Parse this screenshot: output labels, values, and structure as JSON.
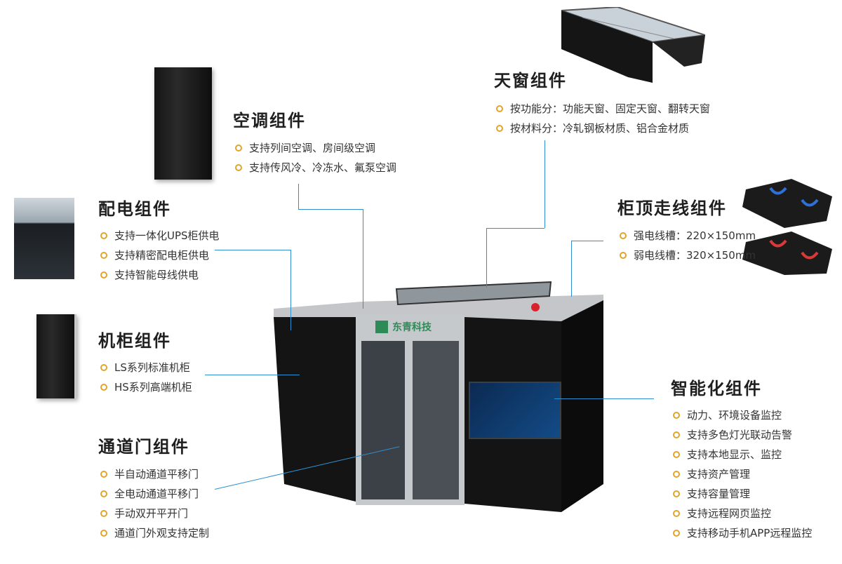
{
  "groups": {
    "skylight": {
      "title": "天窗组件",
      "items": [
        "按功能分：功能天窗、固定天窗、翻转天窗",
        "按材料分：冷轧钢板材质、铝合金材质"
      ]
    },
    "aircon": {
      "title": "空调组件",
      "items": [
        "支持列间空调、房间级空调",
        "支持传风冷、冷冻水、氟泵空调"
      ]
    },
    "power": {
      "title": "配电组件",
      "items": [
        "支持一体化UPS柜供电",
        "支持精密配电柜供电",
        "支持智能母线供电"
      ]
    },
    "cabling": {
      "title": "柜顶走线组件",
      "items": [
        "强电线槽：220×150mm",
        "弱电线槽：320×150mm"
      ]
    },
    "cabinet": {
      "title": "机柜组件",
      "items": [
        "LS系列标准机柜",
        "HS系列高端机柜"
      ]
    },
    "smart": {
      "title": "智能化组件",
      "items": [
        "动力、环境设备监控",
        "支持多色灯光联动告警",
        "支持本地显示、监控",
        "支持资产管理",
        "支持容量管理",
        "支持远程网页监控",
        "支持移动手机APP远程监控"
      ]
    },
    "door": {
      "title": "通道门组件",
      "items": [
        "半自动通道平移门",
        "全电动通道平移门",
        "手动双开平开门",
        "通道门外观支持定制"
      ]
    }
  },
  "brand": {
    "logo_text": "东青科技"
  },
  "colors": {
    "bullet": "#e0a52a",
    "leader": "#2f8fd0",
    "brand_green": "#2e8b57"
  }
}
